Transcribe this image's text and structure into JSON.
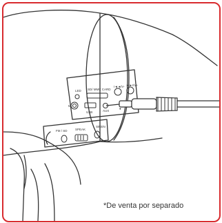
{
  "labels": {
    "led": "LED",
    "sd_card": "SD/ MMC CARD",
    "vol_down": "I◄◄/V-",
    "vol_up": "►►I/V+",
    "m": "M",
    "usb": "USB",
    "aux": "AUX",
    "power_symbol": "●",
    "fm_sd": "FM / SD",
    "speak": "SPEAK",
    "siren": "SIREN"
  },
  "footnote": "*De venta por separado",
  "colors": {
    "border": "#d82a2e",
    "line": "#333333",
    "bg": "#ffffff"
  }
}
